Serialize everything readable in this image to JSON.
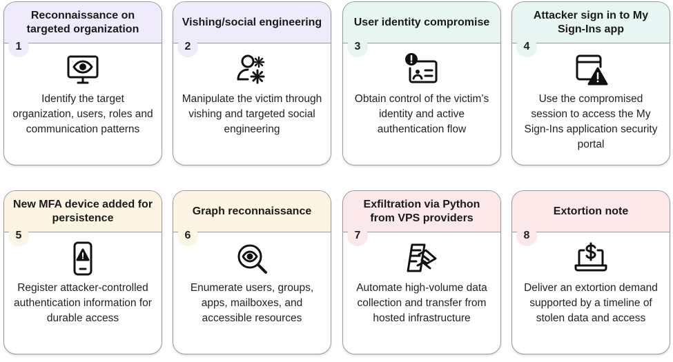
{
  "cards": [
    {
      "number": "1",
      "title": "Reconnaissance on targeted organization",
      "description": "Identify the target organization, users, roles and communication patterns",
      "icon": "monitor-eye-icon",
      "color": "#efebfa"
    },
    {
      "number": "2",
      "title": "Vishing/social engineering",
      "description": "Manipulate the victim through vishing and targeted social engineering",
      "icon": "user-gear-icon",
      "color": "#efebfa"
    },
    {
      "number": "3",
      "title": "User identity compromise",
      "description": "Obtain control of the victim’s identity and active authentication flow",
      "icon": "id-card-alert-icon",
      "color": "#e8f6f3"
    },
    {
      "number": "4",
      "title": "Attacker sign in to My Sign-Ins app",
      "description": "Use the compromised session to access the My Sign-Ins application security portal",
      "icon": "window-warning-icon",
      "color": "#e8f6f3"
    },
    {
      "number": "5",
      "title": "New MFA device added for persistence",
      "description": "Register attacker-controlled authentication information for durable access",
      "icon": "phone-warning-icon",
      "color": "#fcf5e4"
    },
    {
      "number": "6",
      "title": "Graph reconnaissance",
      "description": "Enumerate users, groups, apps, mailboxes, and accessible resources",
      "icon": "search-eye-icon",
      "color": "#fcf5e4"
    },
    {
      "number": "7",
      "title": "Exfiltration via Python from VPS providers",
      "description": "Automate high-volume data collection and transfer from hosted infrastructure",
      "icon": "document-transfer-icon",
      "color": "#fbe8e8"
    },
    {
      "number": "8",
      "title": "Extortion note",
      "description": "Deliver an extortion demand supported by a timeline of stolen data and access",
      "icon": "laptop-money-icon",
      "color": "#fbe8e8"
    }
  ]
}
